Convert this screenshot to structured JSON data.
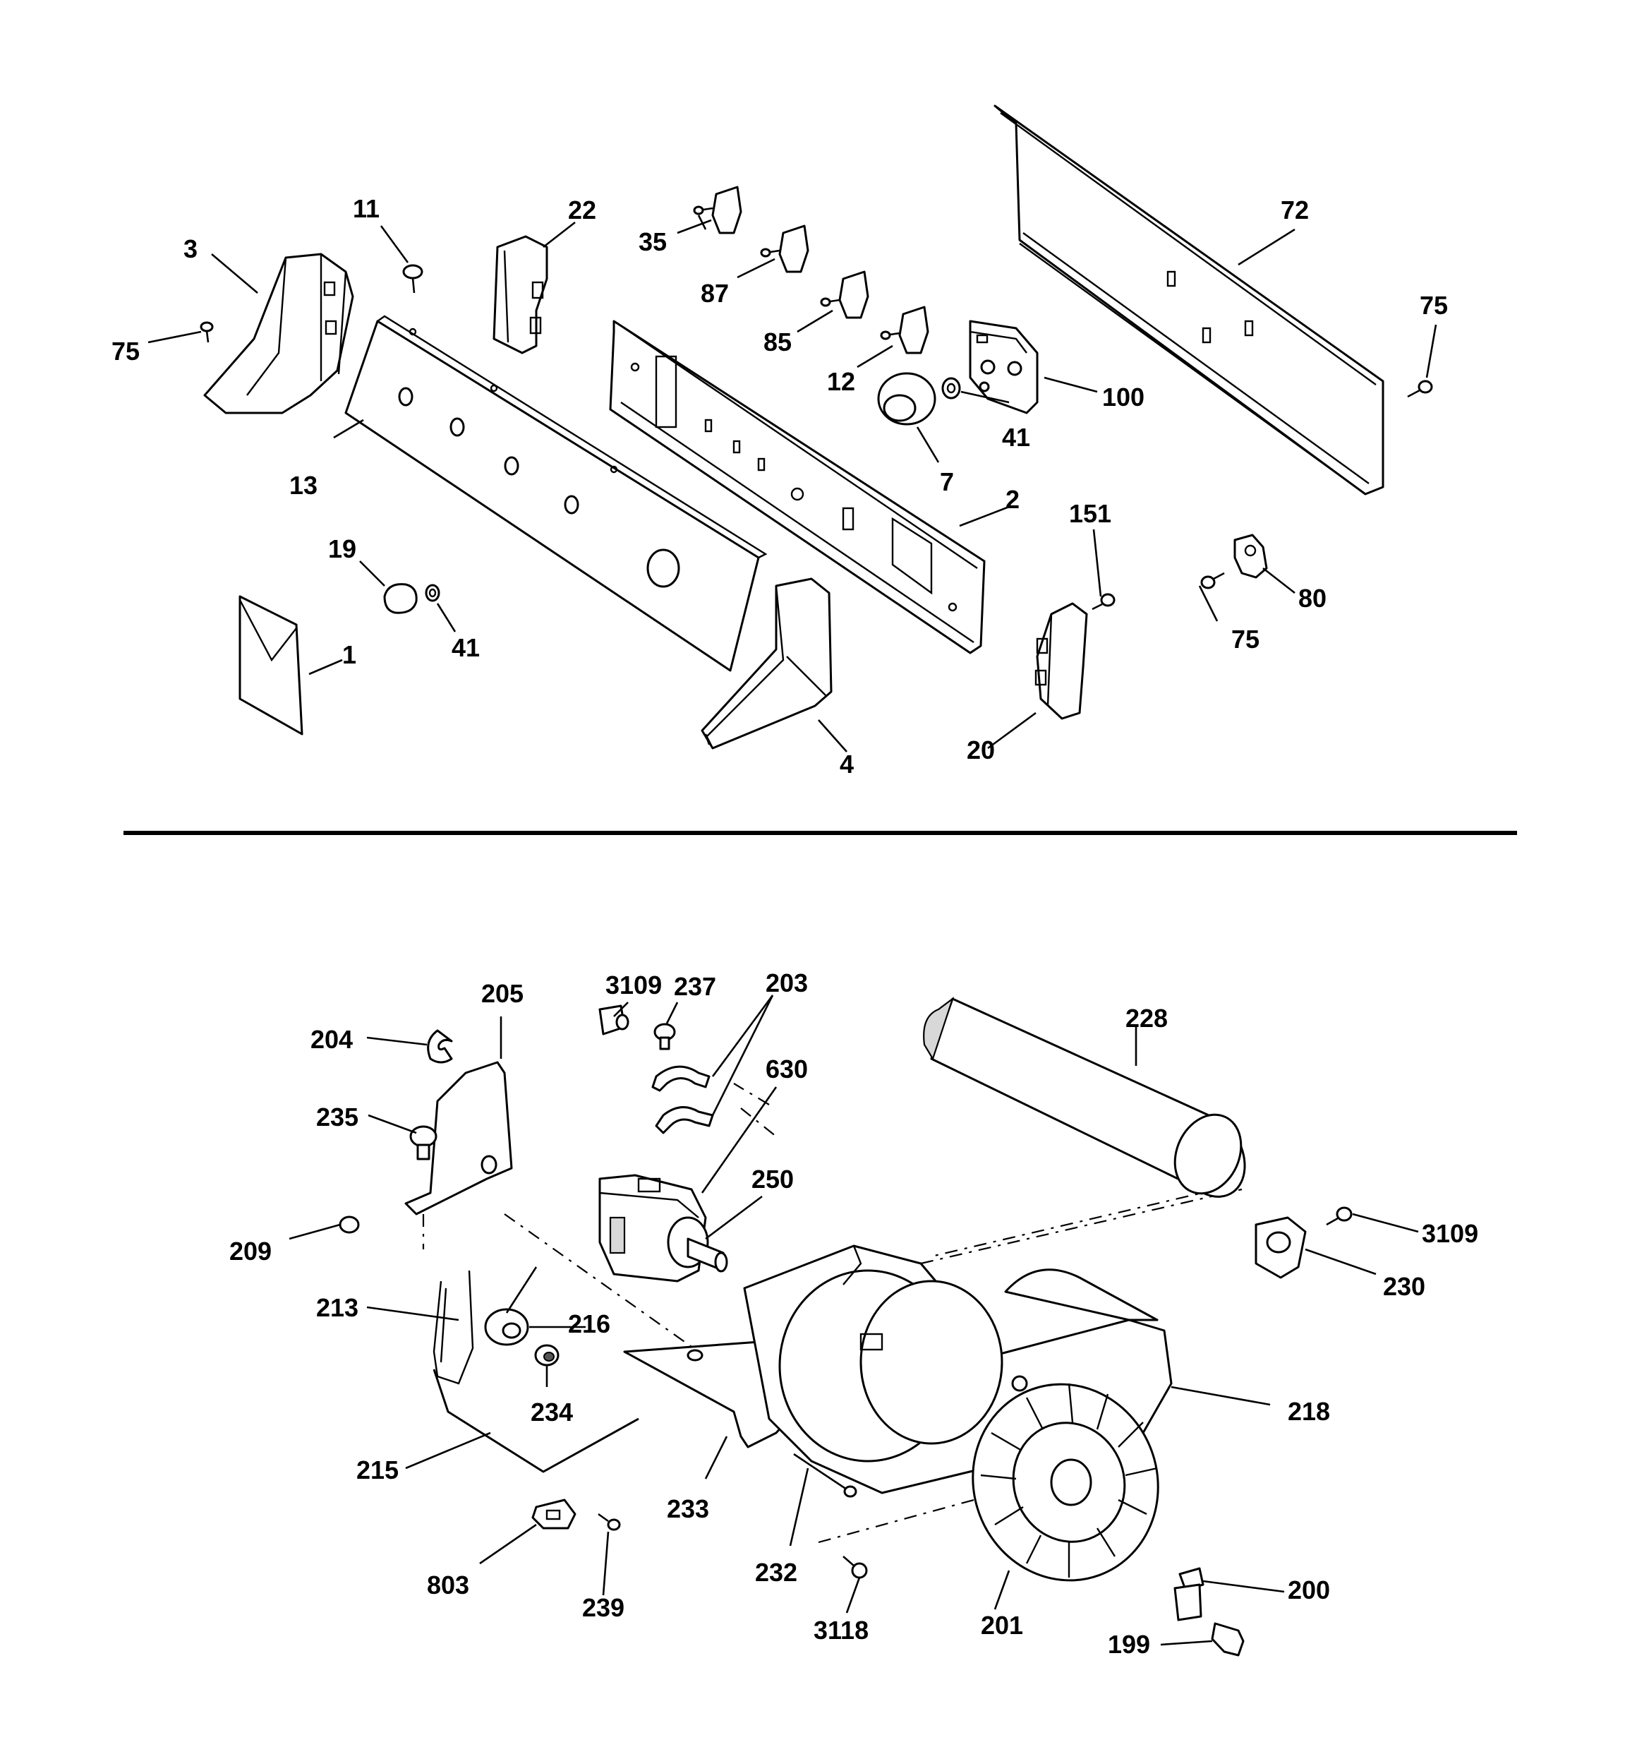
{
  "labels": {
    "l1": "1",
    "l2": "2",
    "l3": "3",
    "l4": "4",
    "l7": "7",
    "l11": "11",
    "l12": "12",
    "l13": "13",
    "l19": "19",
    "l20": "20",
    "l22": "22",
    "l35": "35",
    "l41a": "41",
    "l41b": "41",
    "l72": "72",
    "l75a": "75",
    "l75b": "75",
    "l75c": "75",
    "l80": "80",
    "l85": "85",
    "l87": "87",
    "l100": "100",
    "l151": "151",
    "l199": "199",
    "l200": "200",
    "l201": "201",
    "l203": "203",
    "l204": "204",
    "l205": "205",
    "l209": "209",
    "l213": "213",
    "l215": "215",
    "l216": "216",
    "l218": "218",
    "l228": "228",
    "l230": "230",
    "l232": "232",
    "l233": "233",
    "l234": "234",
    "l235": "235",
    "l237": "237",
    "l239": "239",
    "l250": "250",
    "l630": "630",
    "l803": "803",
    "l3109a": "3109",
    "l3109b": "3109",
    "l3118": "3118"
  }
}
